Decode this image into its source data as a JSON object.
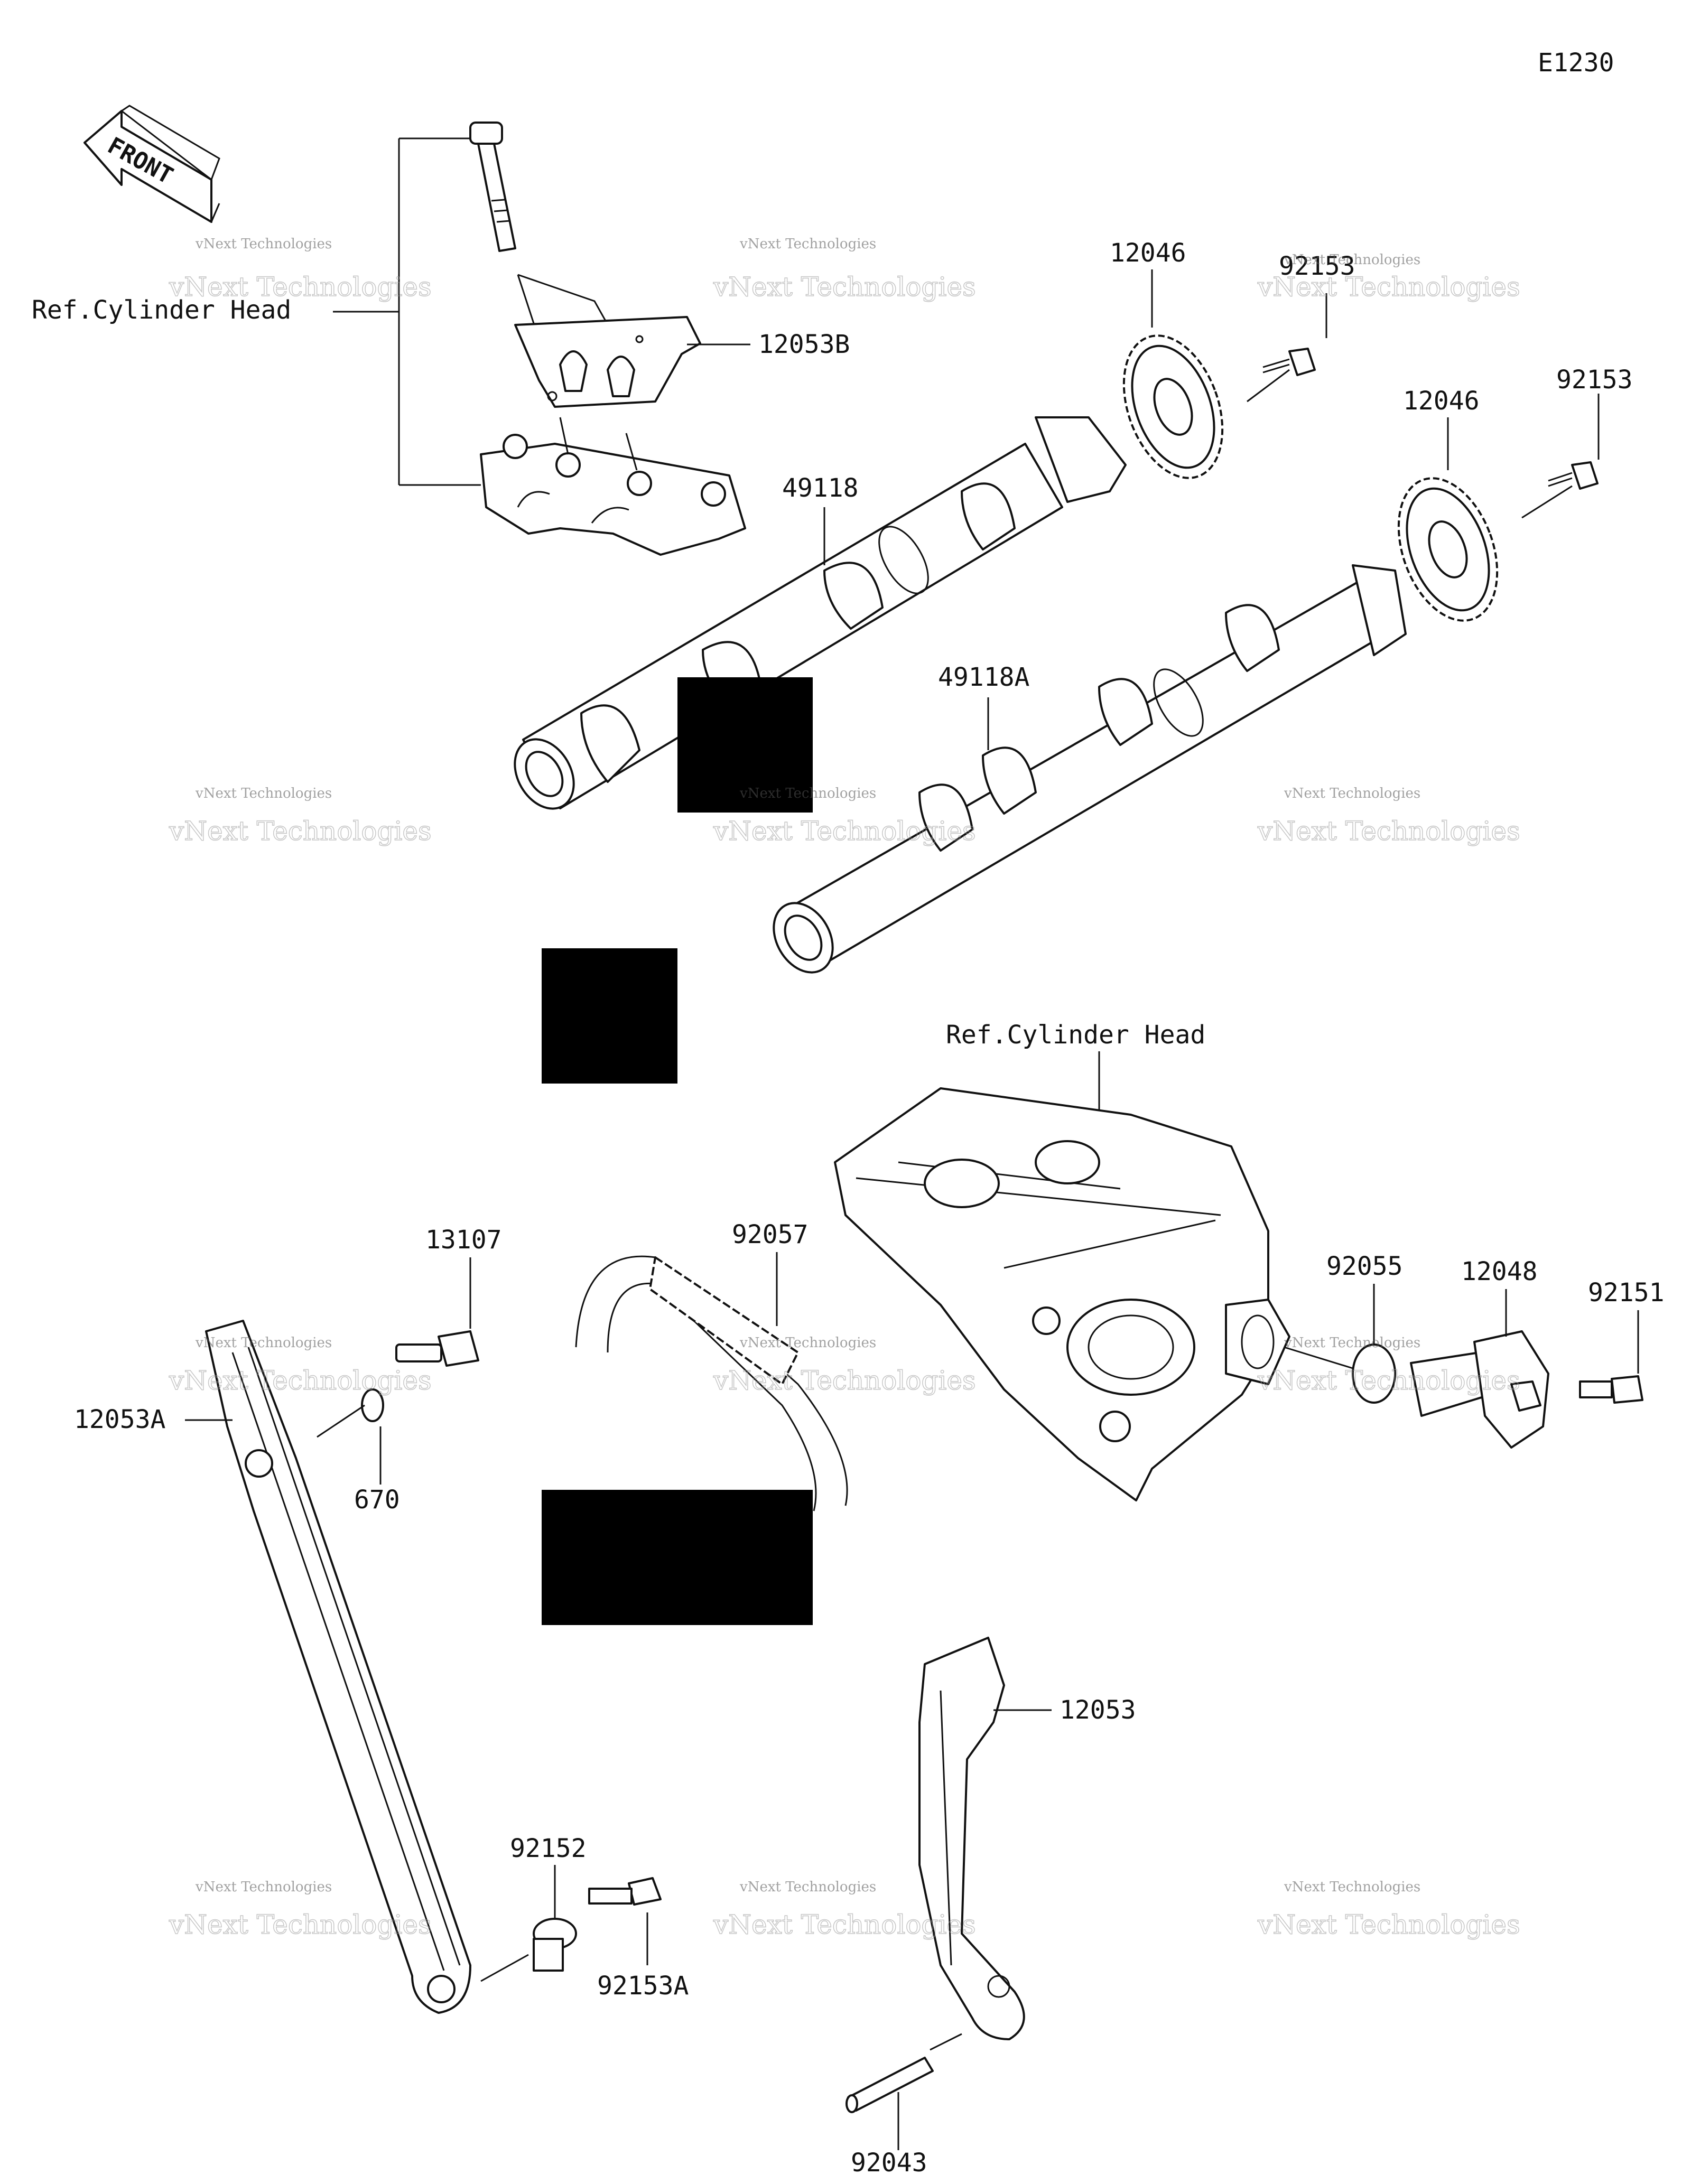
{
  "diagram_code": "E1230",
  "front_arrow_label": "FRONT",
  "watermark": "vNext Technologies",
  "labels": {
    "ref_cylinder_head_top": "Ref.Cylinder Head",
    "ref_cylinder_head_mid": "Ref.Cylinder Head",
    "p12053B": "12053B",
    "p49118": "49118",
    "p49118A": "49118A",
    "p12046_a": "12046",
    "p12046_b": "12046",
    "p92153_a": "92153",
    "p92153_b": "92153",
    "p13107": "13107",
    "p92057": "92057",
    "p92055": "92055",
    "p12048": "12048",
    "p92151": "92151",
    "p12053A": "12053A",
    "p670": "670",
    "p12053": "12053",
    "p92152": "92152",
    "p92153A": "92153A",
    "p92043": "92043"
  },
  "colors": {
    "line": "#111111",
    "background": "#ffffff",
    "redaction_block": "#000000",
    "watermark": "#999999"
  }
}
